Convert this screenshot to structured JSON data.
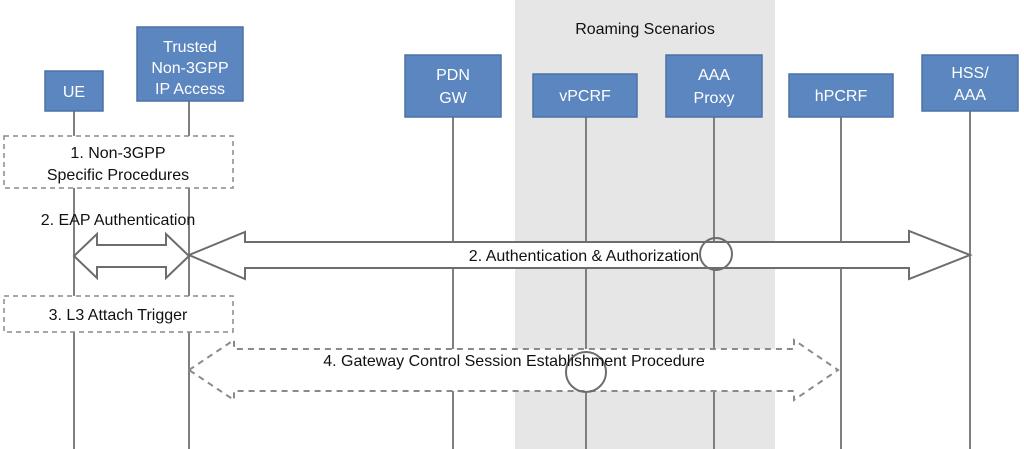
{
  "region": {
    "label": "Roaming Scenarios",
    "fill": "#e6e6e6"
  },
  "nodes": [
    {
      "id": "ue",
      "lines": [
        "UE"
      ]
    },
    {
      "id": "trusted-access",
      "lines": [
        "Trusted",
        "Non-3GPP",
        "IP Access"
      ]
    },
    {
      "id": "pdn-gw",
      "lines": [
        "PDN",
        "GW"
      ]
    },
    {
      "id": "vpcrf",
      "lines": [
        "vPCRF"
      ]
    },
    {
      "id": "aaa-proxy",
      "lines": [
        "AAA",
        "Proxy"
      ]
    },
    {
      "id": "hpcrf",
      "lines": [
        "hPCRF"
      ]
    },
    {
      "id": "hss-aaa",
      "lines": [
        "HSS/",
        "AAA"
      ]
    }
  ],
  "steps": {
    "step1": [
      "1. Non-3GPP",
      "Specific Procedures"
    ],
    "step2_eap": "2. EAP Authentication",
    "step2_auth": "2. Authentication & Authorization",
    "step3": "3. L3 Attach Trigger",
    "step4": "4. Gateway Control Session Establishment Procedure"
  },
  "colors": {
    "node_fill": "#5b86bf",
    "node_stroke": "#4a72a8",
    "lifeline": "#7f7f7f",
    "arrow_stroke": "#6d6d6d",
    "dashed_stroke": "#8a8a8a"
  }
}
